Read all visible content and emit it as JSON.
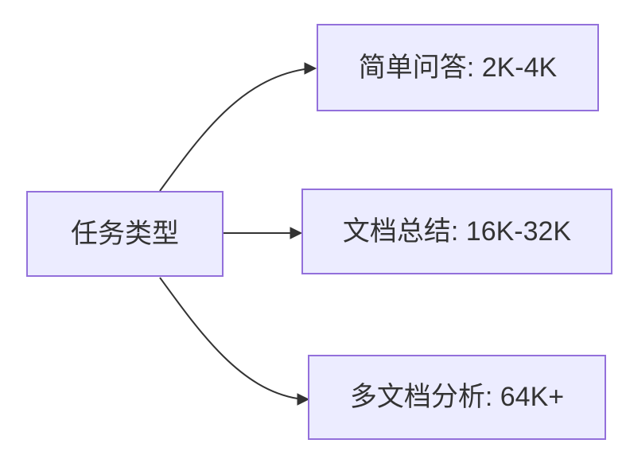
{
  "diagram": {
    "type": "flowchart-left-to-right",
    "root": {
      "id": "task-type",
      "label": "任务类型"
    },
    "branches": [
      {
        "id": "simple-qa",
        "label": "简单问答: 2K-4K"
      },
      {
        "id": "doc-summary",
        "label": "文档总结: 16K-32K"
      },
      {
        "id": "multi-doc-analysis",
        "label": "多文档分析: 64K+"
      }
    ],
    "edges": [
      {
        "from": "task-type",
        "to": "simple-qa"
      },
      {
        "from": "task-type",
        "to": "doc-summary"
      },
      {
        "from": "task-type",
        "to": "multi-doc-analysis"
      }
    ],
    "colors": {
      "background": "#ffffff",
      "node_fill": "#ececff",
      "node_border": "#9370db",
      "text": "#333333",
      "arrow": "#333333"
    }
  }
}
